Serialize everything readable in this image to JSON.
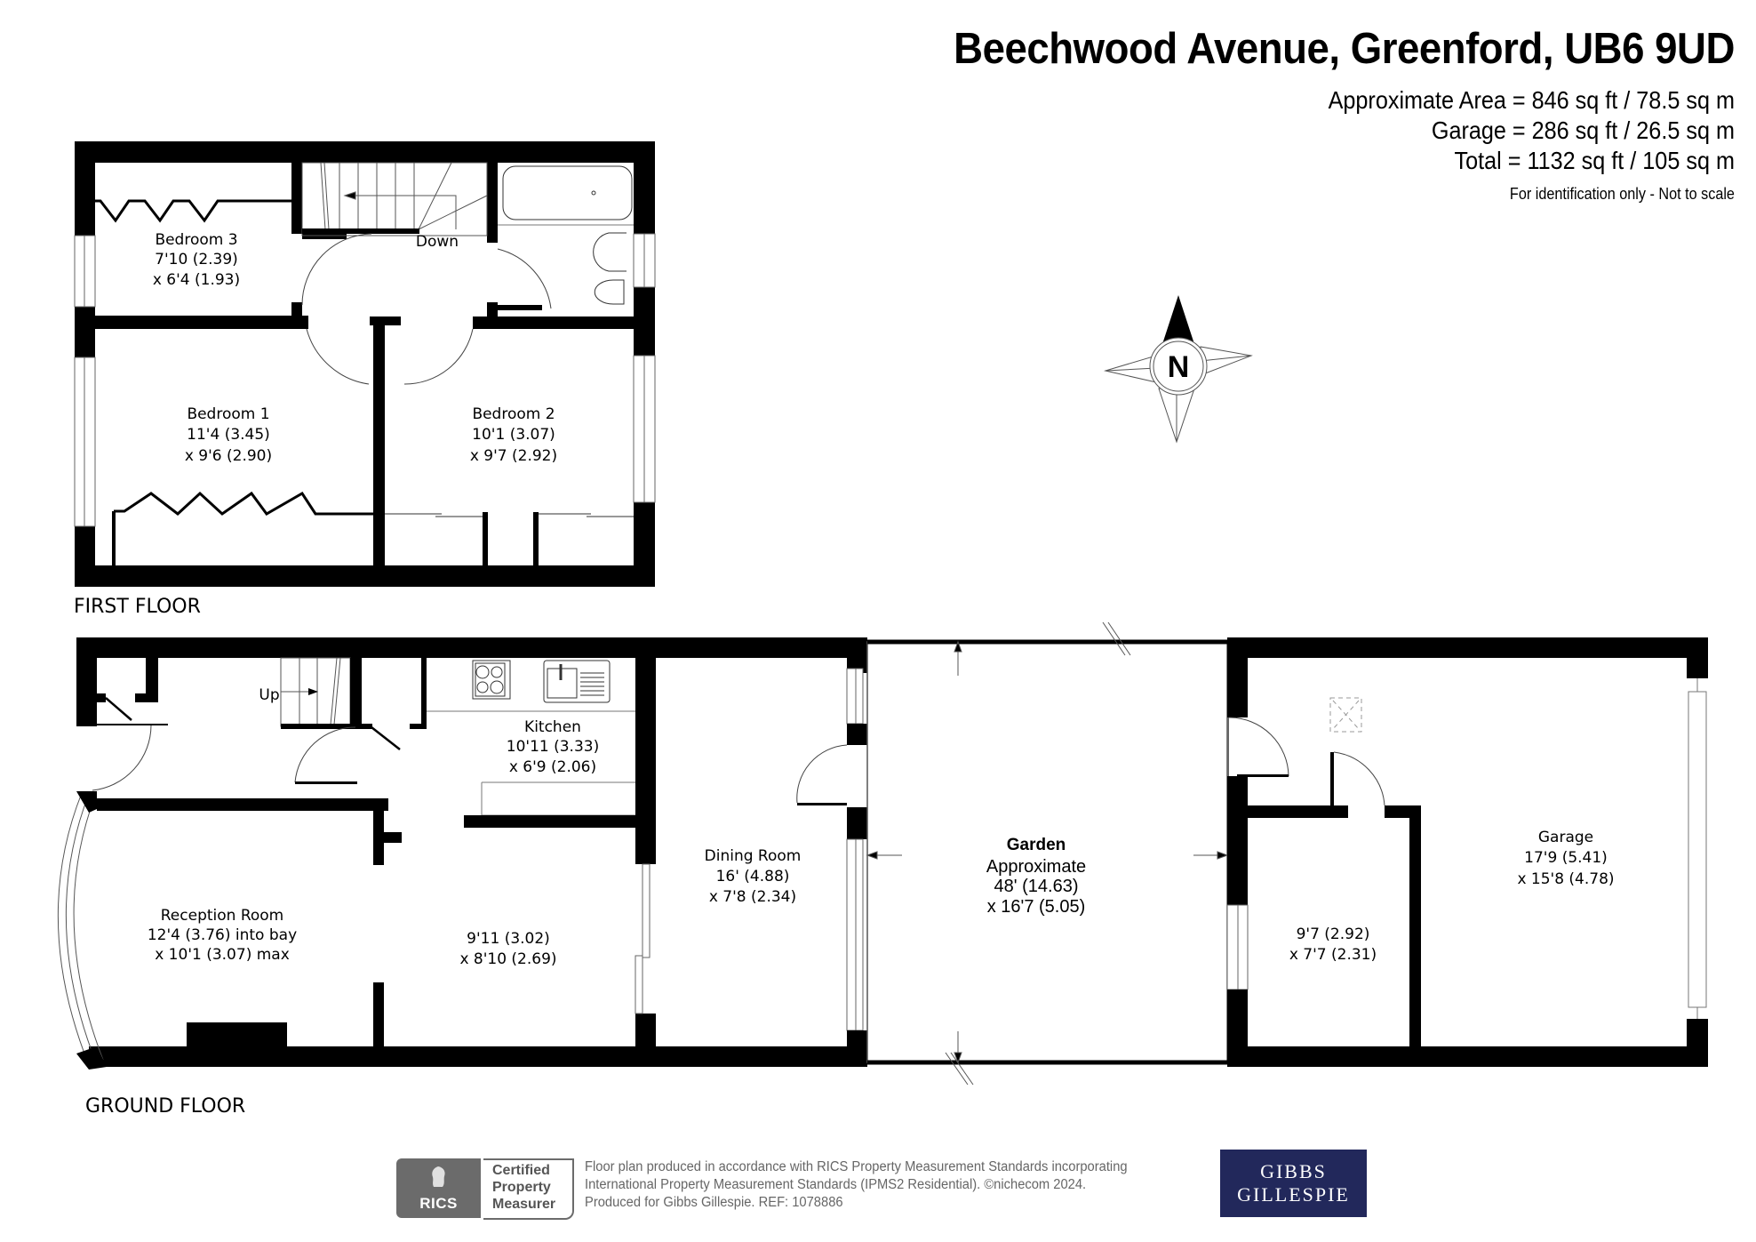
{
  "header": {
    "title": "Beechwood Avenue, Greenford, UB6 9UD",
    "areas": [
      "Approximate Area = 846 sq ft / 78.5 sq m",
      "Garage = 286 sq ft / 26.5 sq m",
      "Total = 1132 sq ft / 105 sq m"
    ],
    "disclaimer": "For identification only - Not to scale"
  },
  "compass": {
    "label": "N",
    "icon": "north-arrow-compass-icon"
  },
  "first_floor": {
    "label": "FIRST FLOOR",
    "rooms": [
      {
        "name": "Bedroom 3",
        "dim1": "7'10 (2.39)",
        "dim2": "x 6'4 (1.93)"
      },
      {
        "name": "Bedroom 1",
        "dim1": "11'4 (3.45)",
        "dim2": "x 9'6 (2.90)"
      },
      {
        "name": "Bedroom 2",
        "dim1": "10'1 (3.07)",
        "dim2": "x 9'7 (2.92)"
      }
    ],
    "stairs_label": "Down"
  },
  "ground_floor": {
    "label": "GROUND FLOOR",
    "stairs_label": "Up",
    "rooms": [
      {
        "name": "Kitchen",
        "dim1": "10'11 (3.33)",
        "dim2": "x 6'9 (2.06)"
      },
      {
        "name": "Reception Room",
        "dim1": "12'4 (3.76) into bay",
        "dim2": "x 10'1 (3.07) max"
      },
      {
        "name": "",
        "dim1": "9'11 (3.02)",
        "dim2": "x 8'10 (2.69)"
      },
      {
        "name": "Dining Room",
        "dim1": "16' (4.88)",
        "dim2": "x 7'8 (2.34)"
      },
      {
        "name": "Garage",
        "dim1": "17'9 (5.41)",
        "dim2": "x 15'8 (4.78)"
      },
      {
        "name": "",
        "dim1": "9'7 (2.92)",
        "dim2": "x 7'7 (2.31)"
      }
    ],
    "garden": {
      "name": "Garden",
      "line1": "Approximate",
      "dim1": "48' (14.63)",
      "dim2": "x 16'7 (5.05)"
    }
  },
  "footer": {
    "rics_logo": "RICS",
    "certified": [
      "Certified",
      "Property",
      "Measurer"
    ],
    "note_lines": [
      "Floor plan produced in accordance with RICS Property Measurement Standards incorporating",
      "International Property Measurement Standards (IPMS2 Residential).   ©nichecom 2024.",
      "Produced for Gibbs Gillespie.   REF: 1078886"
    ],
    "brand_lines": [
      "GIBBS",
      "GILLESPIE"
    ],
    "brand_color": "#22285b"
  },
  "colors": {
    "wall": "#000000",
    "fixture_line": "#555555",
    "background": "#ffffff"
  }
}
